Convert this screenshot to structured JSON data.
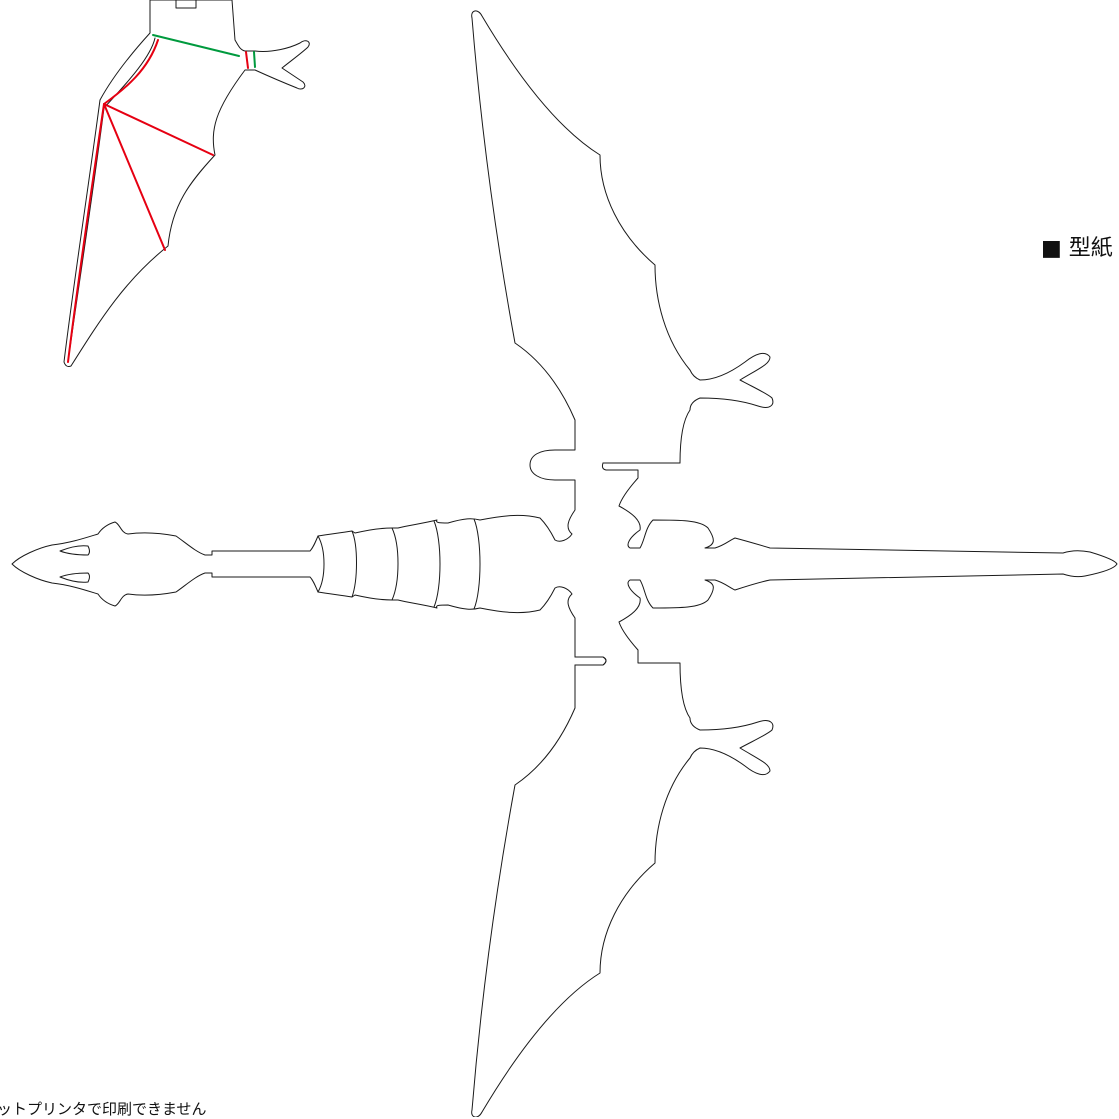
{
  "heading": {
    "marker": "■",
    "text": "型紙"
  },
  "footer_note": "ェットプリンタで印刷できません",
  "colors": {
    "cut_line": "#1a1a1a",
    "mountain_fold": "#e60012",
    "valley_fold": "#009a3e"
  },
  "parts": {
    "wing_detail": "dragon-wing-template",
    "body": "dragon-body-template"
  }
}
